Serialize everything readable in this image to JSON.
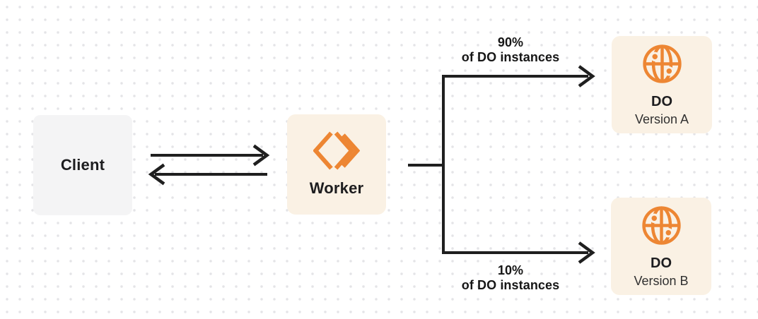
{
  "diagram": {
    "nodes": {
      "client": {
        "label": "Client"
      },
      "worker": {
        "label": "Worker",
        "icon": "workers-chevrons-icon"
      },
      "do_a": {
        "title": "DO",
        "subtitle": "Version A",
        "icon": "globe-icon"
      },
      "do_b": {
        "title": "DO",
        "subtitle": "Version B",
        "icon": "globe-icon"
      }
    },
    "edge_labels": {
      "top": {
        "percent": "90%",
        "caption": "of DO instances"
      },
      "bottom": {
        "percent": "10%",
        "caption": "of DO instances"
      }
    }
  },
  "colors": {
    "orange": "#ED8633",
    "cream": "#FAF1E4",
    "client_gray": "#F4F4F5",
    "line_ink": "#1F1F1F",
    "text_dark": "#1D1D1F",
    "text_sub": "#303030",
    "dot_grid": "#E4E4E7",
    "background": "#FFFFFF"
  }
}
